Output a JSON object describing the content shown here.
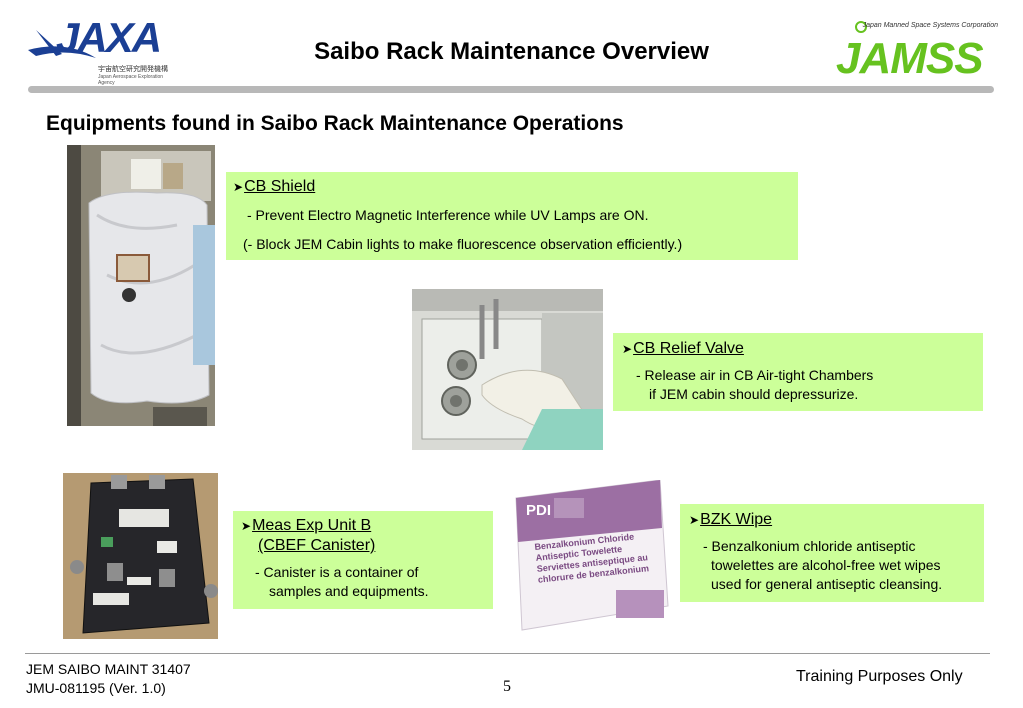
{
  "header": {
    "logo_left": {
      "wordmark": "JAXA",
      "line1": "宇宙航空研究開発機構",
      "line2": "Japan Aerospace Exploration Agency"
    },
    "title": "Saibo Rack Maintenance Overview",
    "logo_right": {
      "tagline": "Japan Manned Space Systems Corporation",
      "wordmark": "JAMSS"
    }
  },
  "section_heading": "Equipments found in Saibo Rack Maintenance Operations",
  "callouts": {
    "cb_shield": {
      "title": "CB Shield",
      "lines": [
        "- Prevent Electro Magnetic Interference while UV Lamps are ON.",
        "(- Block JEM Cabin lights to make fluorescence observation efficiently.)"
      ]
    },
    "cb_relief_valve": {
      "title": "CB Relief Valve",
      "lines": [
        "- Release air in CB Air-tight Chambers",
        "if JEM cabin should depressurize."
      ]
    },
    "meas_exp_unit": {
      "title": "Meas Exp Unit B",
      "title2": "(CBEF Canister)",
      "lines": [
        "- Canister is a container of",
        "samples and equipments."
      ]
    },
    "bzk_wipe": {
      "title": "BZK Wipe",
      "lines": [
        "- Benzalkonium chloride antiseptic",
        "towelettes are alcohol-free wet wipes",
        "used for general antiseptic cleansing."
      ]
    }
  },
  "wipe_box": {
    "brand": "PDI",
    "line1": "Benzalkonium Chloride",
    "line2": "Antiseptic Towelette",
    "line3": "Serviettes antiseptique au",
    "line4": "chlorure de benzalkonium"
  },
  "footer": {
    "doc_name": "JEM SAIBO MAINT 31407",
    "doc_id": "JMU-081195 (Ver. 1.0)",
    "page_number": "5",
    "notice": "Training Purposes Only"
  }
}
